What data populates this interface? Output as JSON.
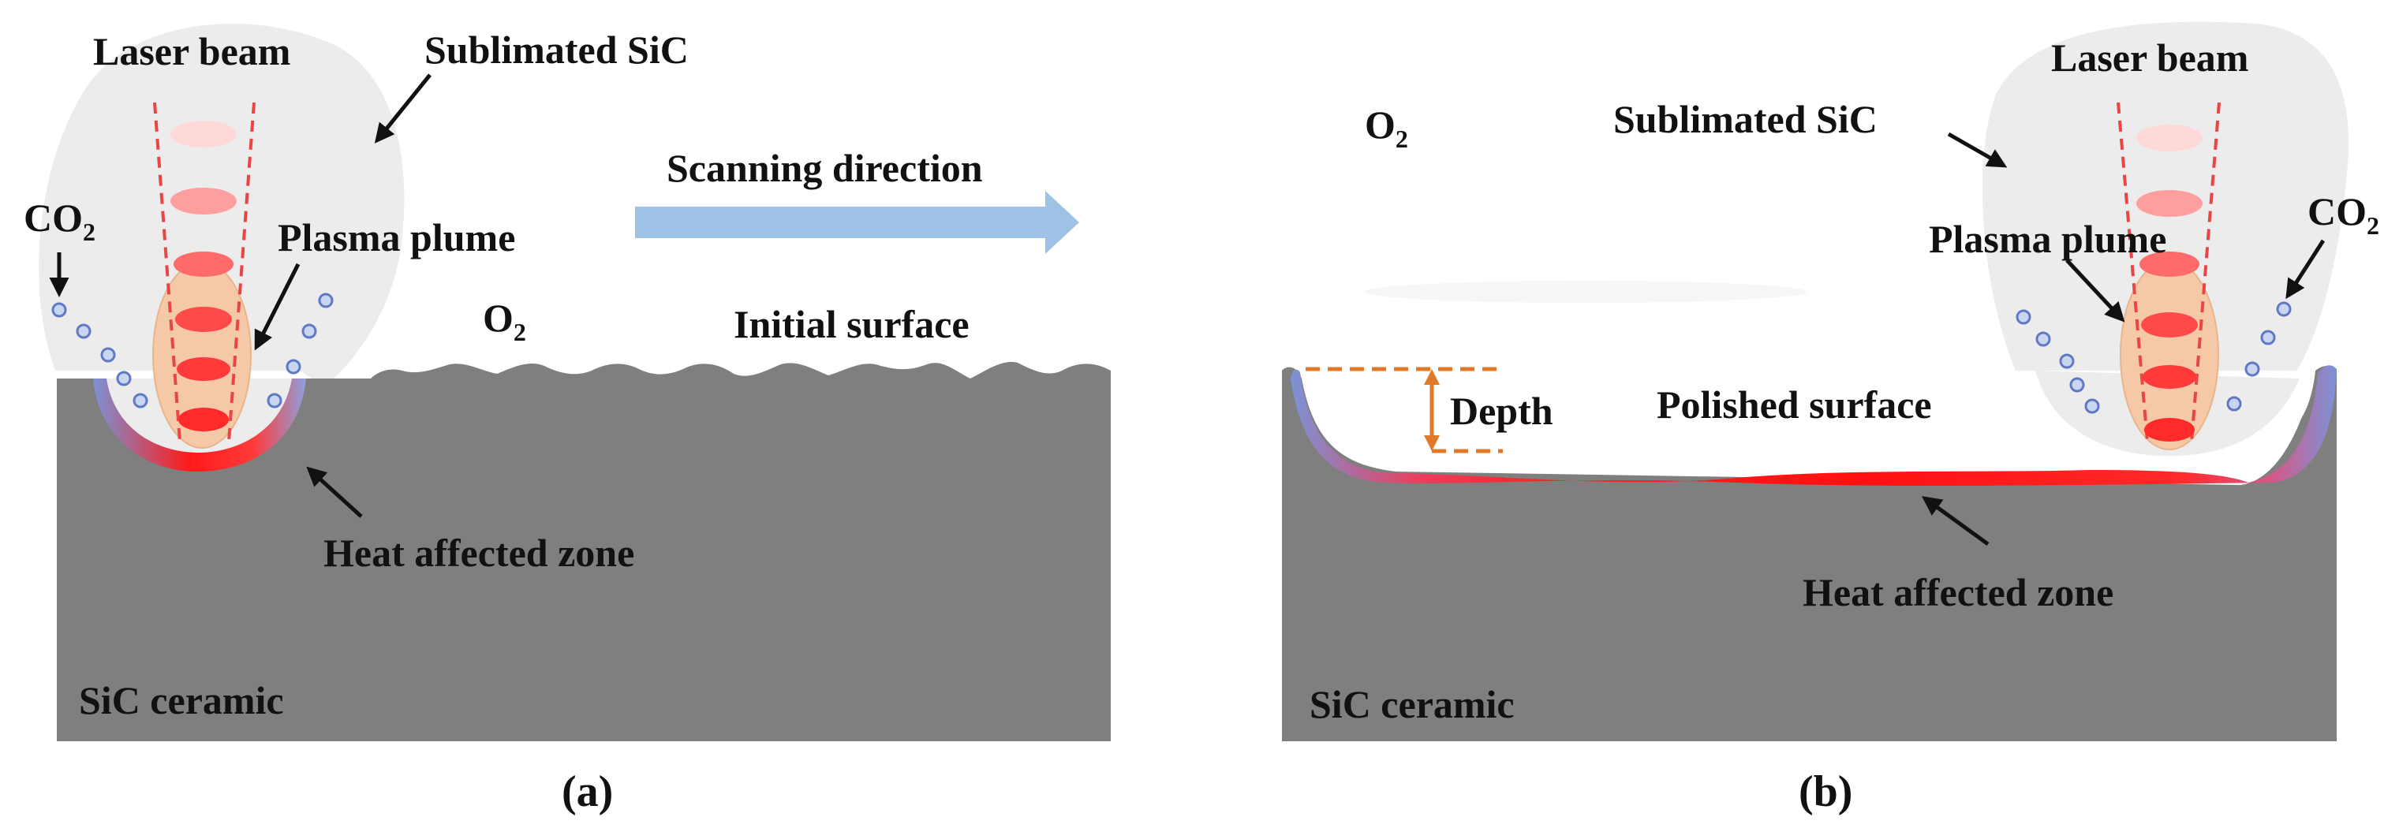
{
  "panel_a": {
    "laser_beam": "Laser beam",
    "sublimated": "Sublimated SiC",
    "co2": "CO",
    "co2_sub": "2",
    "plasma_plume": "Plasma plume",
    "scanning_direction": "Scanning direction",
    "o2": "O",
    "o2_sub": "2",
    "initial_surface": "Initial surface",
    "heat_zone": "Heat affected zone",
    "material": "SiC ceramic",
    "caption": "(a)"
  },
  "panel_b": {
    "laser_beam": "Laser beam",
    "sublimated": "Sublimated SiC",
    "co2": "CO",
    "co2_sub": "2",
    "plasma_plume": "Plasma plume",
    "o2": "O",
    "o2_sub": "2",
    "depth": "Depth",
    "polished_surface": "Polished surface",
    "heat_zone": "Heat affected zone",
    "material": "SiC ceramic",
    "caption": "(b)"
  },
  "colors": {
    "ceramic": "#7f7f7f",
    "sublimation_cloud": "#ececec",
    "plasma": "#f5c9a8",
    "laser_dash": "#e84545",
    "heat_red": "#ff1a1a",
    "heat_blue": "#7b93d6",
    "arrow_blue": "#9ec2e6",
    "depth_orange": "#e07a2a",
    "bubble": "#c9d6f2"
  }
}
